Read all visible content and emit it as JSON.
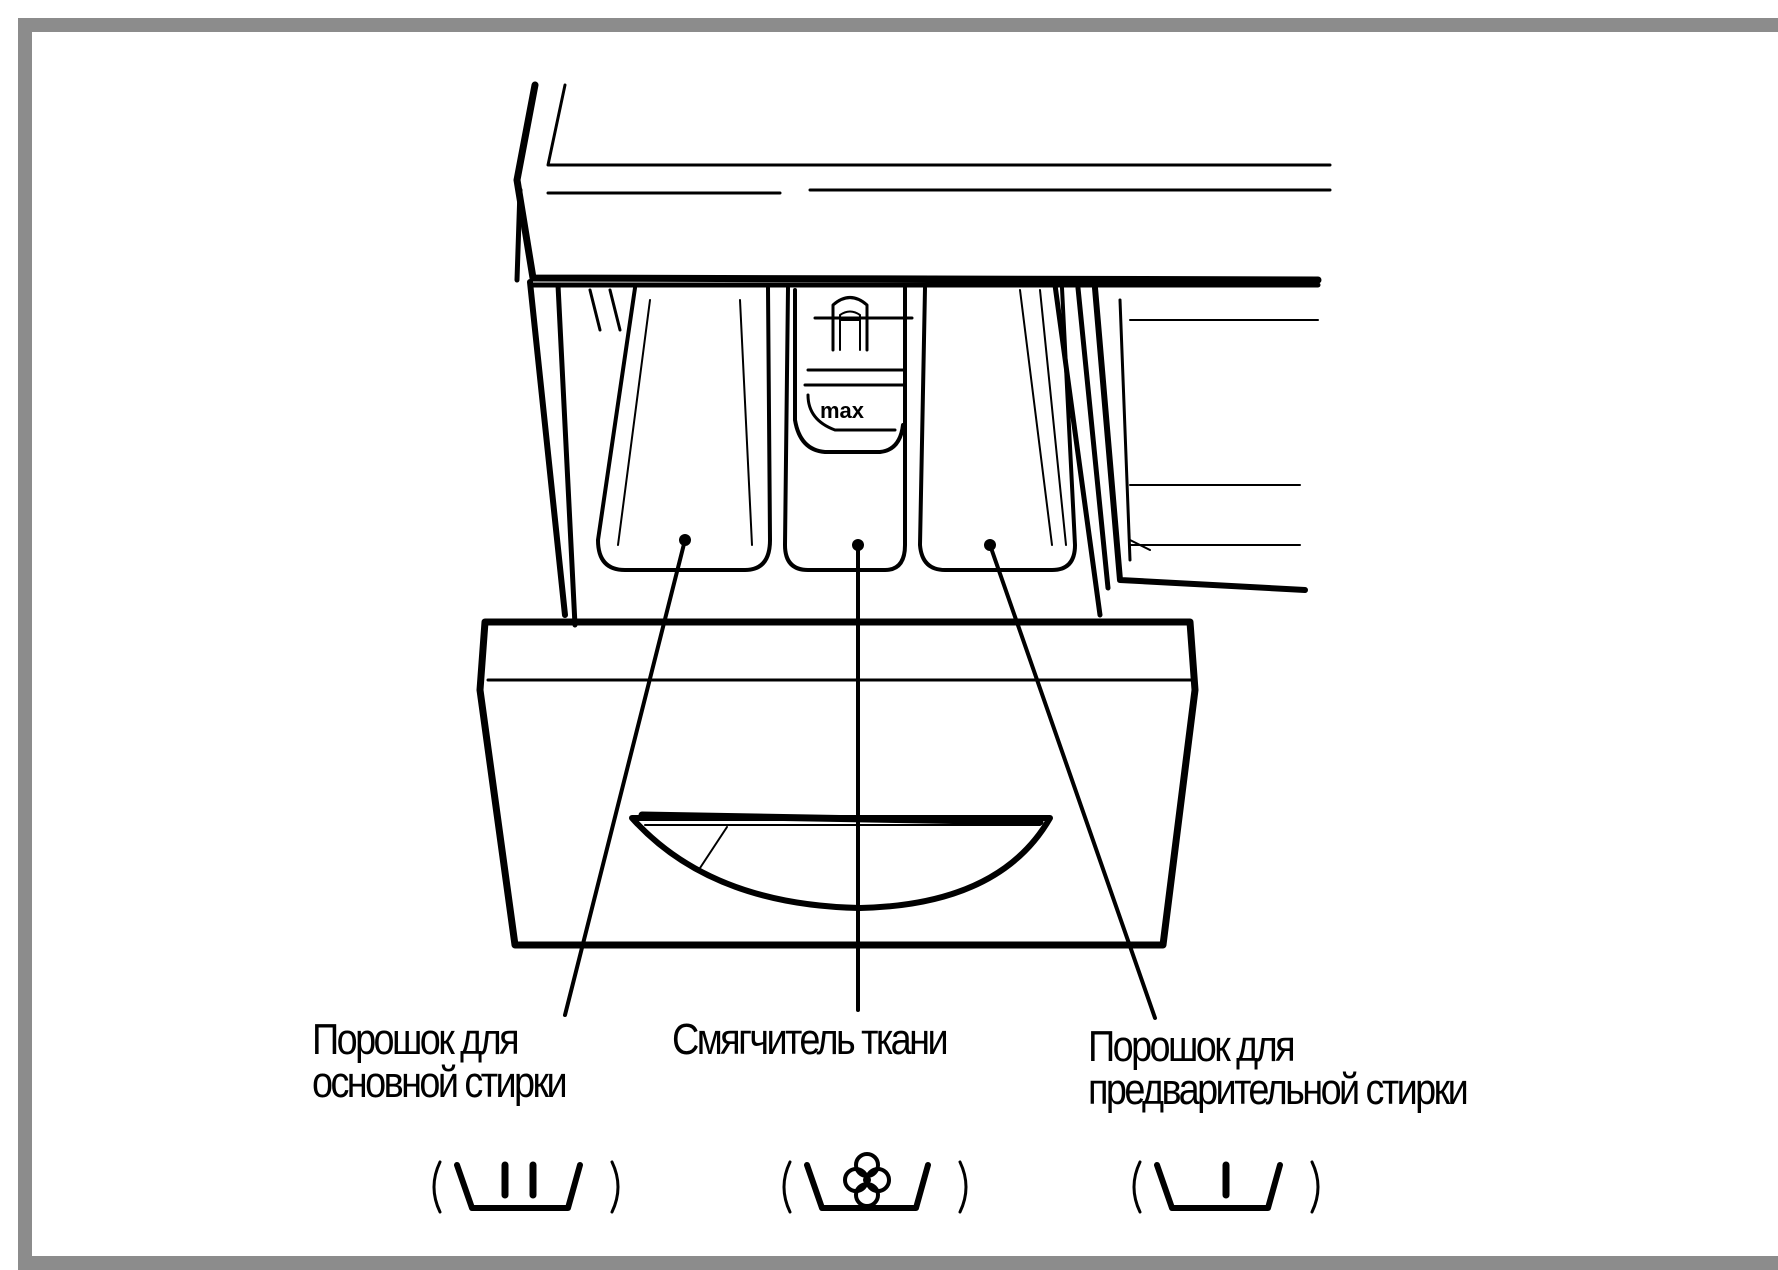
{
  "labels": {
    "main_wash": {
      "line1": "Порошок для",
      "line2": "основной стирки"
    },
    "softener": {
      "line1": "Смягчитель ткани"
    },
    "prewash": {
      "line1": "Порошок для",
      "line2": "предварительной стирки"
    }
  },
  "dispenser": {
    "max_mark": "max"
  },
  "symbols": {
    "main_wash": "(\\II/)",
    "softener": "(\\❀/)",
    "prewash": "(\\I/)"
  },
  "colors": {
    "frame": "#8c8c8c",
    "ink": "#000000"
  }
}
